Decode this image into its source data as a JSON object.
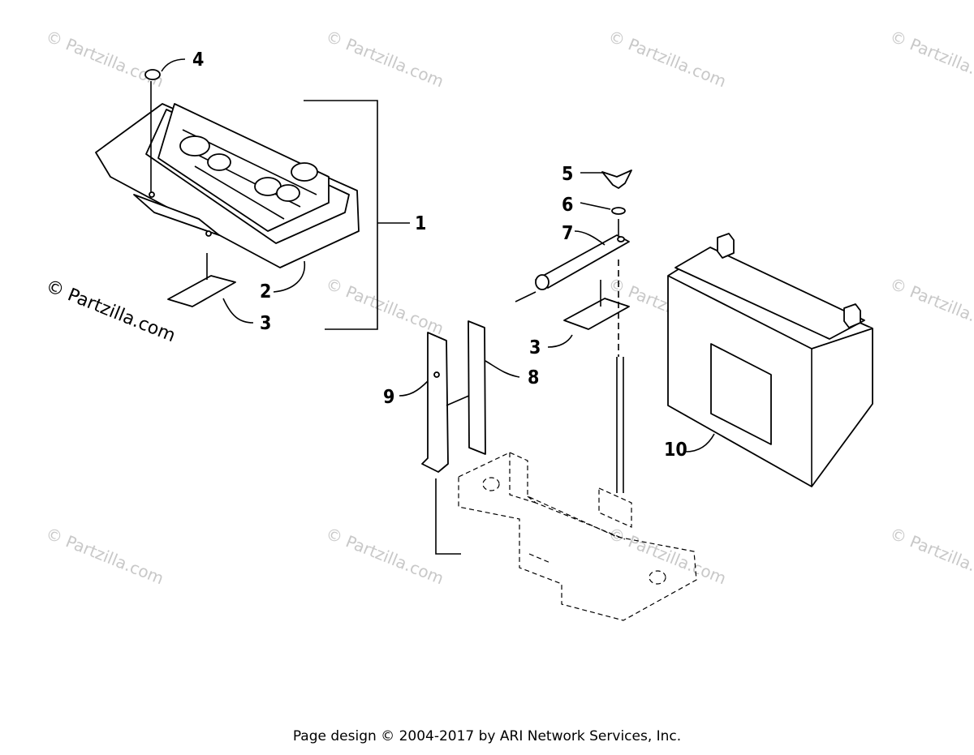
{
  "watermarks": {
    "faint": "© Partzilla.com",
    "strong": "© Partzilla.com"
  },
  "callouts": {
    "c1": "1",
    "c2": "2",
    "c3a": "3",
    "c3b": "3",
    "c4": "4",
    "c5": "5",
    "c6": "6",
    "c7": "7",
    "c8": "8",
    "c9": "9",
    "c10": "10"
  },
  "footer": "Page design © 2004-2017 by ARI Network Services, Inc."
}
